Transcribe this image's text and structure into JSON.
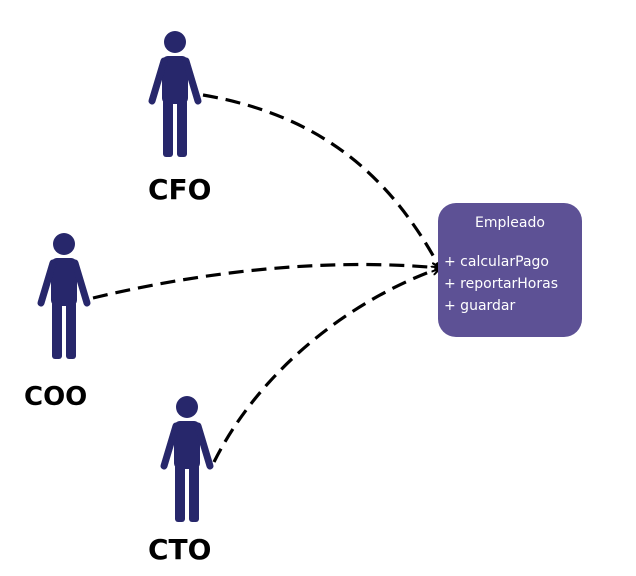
{
  "colors": {
    "actor": "#27276b",
    "class_fill": "#5d5195",
    "arrow": "#000000",
    "text_light": "#ffffff"
  },
  "actors": [
    {
      "id": "cfo",
      "label": "CFO",
      "icon": "person-icon"
    },
    {
      "id": "coo",
      "label": "COO",
      "icon": "person-icon"
    },
    {
      "id": "cto",
      "label": "CTO",
      "icon": "person-icon"
    }
  ],
  "class_box": {
    "title": "Empleado",
    "methods": [
      "+ calcularPago",
      "+ reportarHoras",
      "+ guardar"
    ]
  },
  "edges": [
    {
      "from": "cfo",
      "to": "class_box",
      "style": "dashed-arrow"
    },
    {
      "from": "coo",
      "to": "class_box",
      "style": "dashed-arrow"
    },
    {
      "from": "cto",
      "to": "class_box",
      "style": "dashed-arrow"
    }
  ]
}
